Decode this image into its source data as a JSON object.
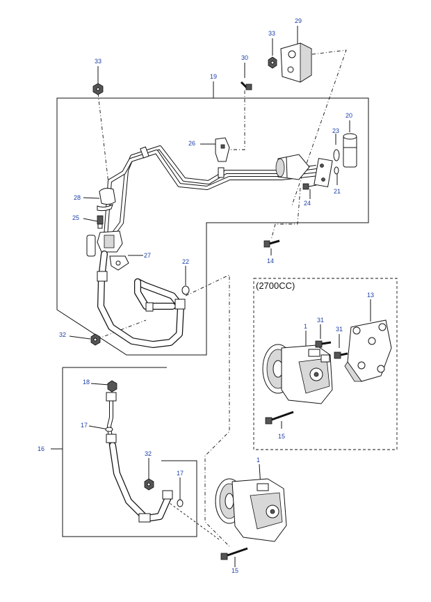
{
  "variant_label": "(2700CC)",
  "callouts": [
    {
      "id": "c29",
      "text": "29"
    },
    {
      "id": "c33a",
      "text": "33"
    },
    {
      "id": "c30",
      "text": "30"
    },
    {
      "id": "c33b",
      "text": "33"
    },
    {
      "id": "c19",
      "text": "19"
    },
    {
      "id": "c20",
      "text": "20"
    },
    {
      "id": "c23",
      "text": "23"
    },
    {
      "id": "c26",
      "text": "26"
    },
    {
      "id": "c21",
      "text": "21"
    },
    {
      "id": "c28",
      "text": "28"
    },
    {
      "id": "c24",
      "text": "24"
    },
    {
      "id": "c25",
      "text": "25"
    },
    {
      "id": "c27",
      "text": "27"
    },
    {
      "id": "c14",
      "text": "14"
    },
    {
      "id": "c22",
      "text": "22"
    },
    {
      "id": "c13",
      "text": "13"
    },
    {
      "id": "c1a",
      "text": "1"
    },
    {
      "id": "c31a",
      "text": "31"
    },
    {
      "id": "c31b",
      "text": "31"
    },
    {
      "id": "c32a",
      "text": "32"
    },
    {
      "id": "c15a",
      "text": "15"
    },
    {
      "id": "c18",
      "text": "18"
    },
    {
      "id": "c17a",
      "text": "17"
    },
    {
      "id": "c16",
      "text": "16"
    },
    {
      "id": "c32b",
      "text": "32"
    },
    {
      "id": "c17b",
      "text": "17"
    },
    {
      "id": "c1b",
      "text": "1"
    },
    {
      "id": "c15b",
      "text": "15"
    }
  ]
}
